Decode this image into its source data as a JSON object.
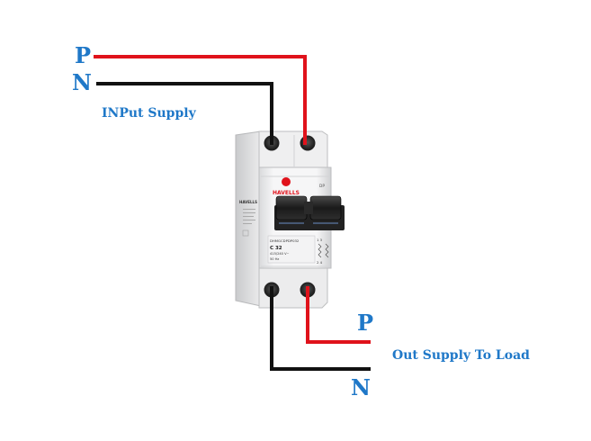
{
  "labels": {
    "input_p": "P",
    "input_n": "N",
    "input_caption": "INPut Supply",
    "output_p": "P",
    "output_n": "N",
    "output_caption": "Out Supply To Load"
  },
  "breaker": {
    "brand": "HAVELLS",
    "pole_label": "DP",
    "side_brand": "HAVELLS",
    "model": "DHMGCDPDP032",
    "rating": "C 32",
    "voltage": "415/240 V~",
    "frequency": "50 Hz",
    "terminal_top": "1  3",
    "terminal_bottom": "2  4"
  },
  "colors": {
    "phase_wire": "#e0121b",
    "neutral_wire": "#111111",
    "label_text": "#1f78c8"
  }
}
